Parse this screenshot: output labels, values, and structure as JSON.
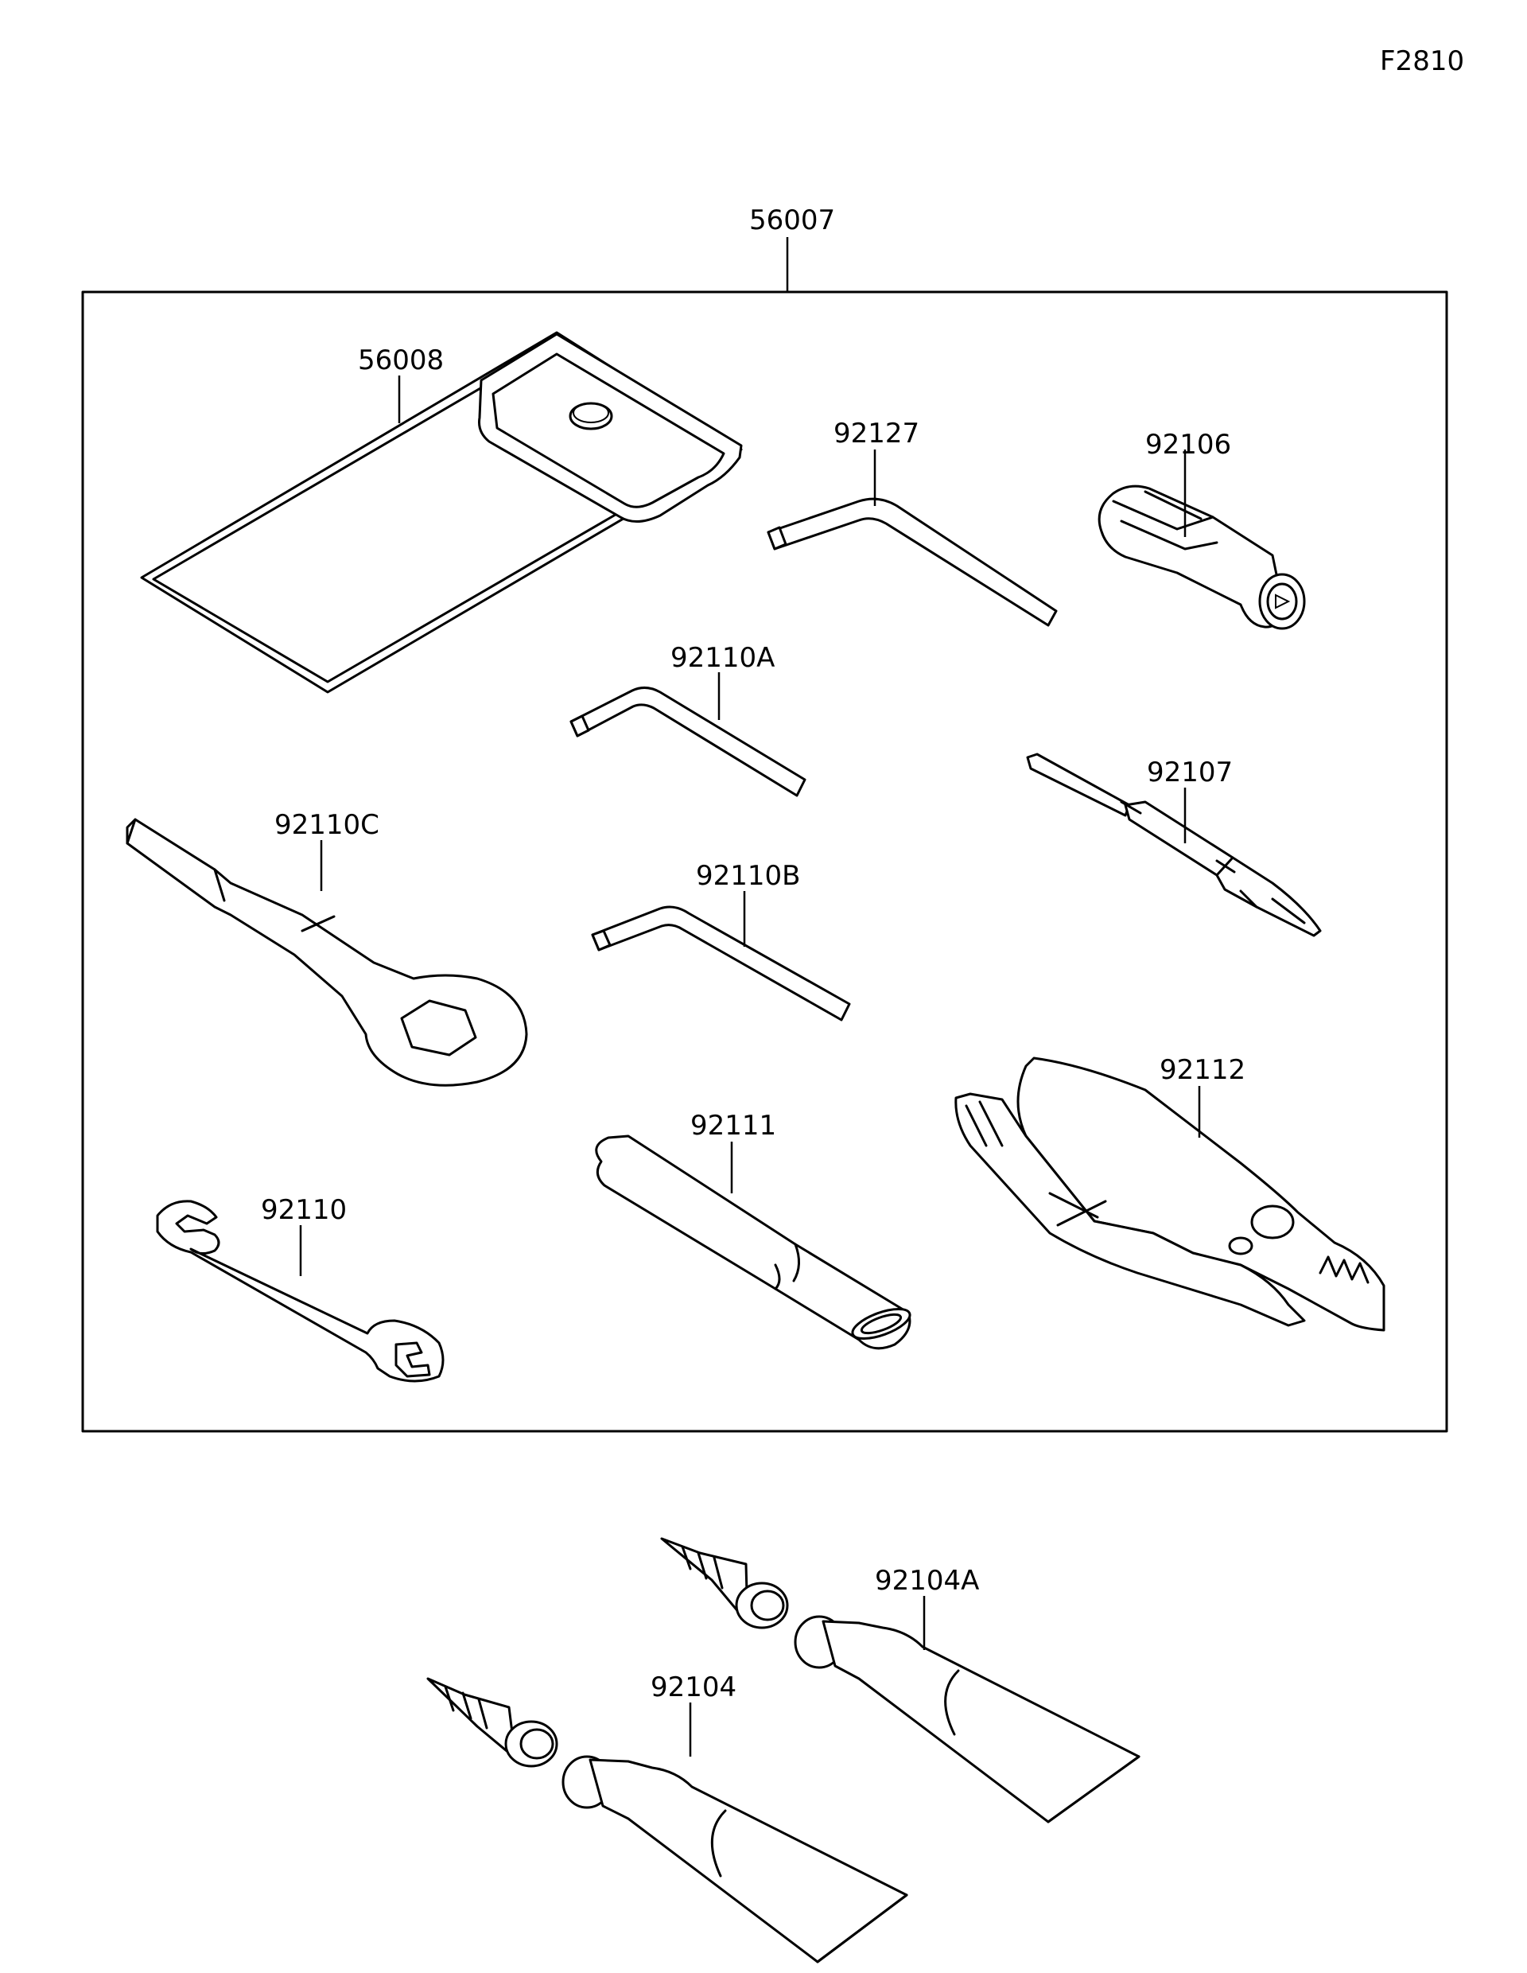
{
  "diagram_code": "F2810",
  "colors": {
    "ink": "#000000",
    "paper": "#ffffff"
  },
  "parts": {
    "tool_kit": "56007",
    "case": "56008",
    "hex_wrench_large": "92127",
    "plug_wrench": "92106",
    "hex_wrench_a": "92110A",
    "screwdriver": "92107",
    "spoke_wrench": "92110C",
    "hex_wrench_b": "92110B",
    "pliers": "92112",
    "handle": "92111",
    "open_wrench": "92110",
    "grease_tube_a": "92104A",
    "grease_tube": "92104"
  }
}
